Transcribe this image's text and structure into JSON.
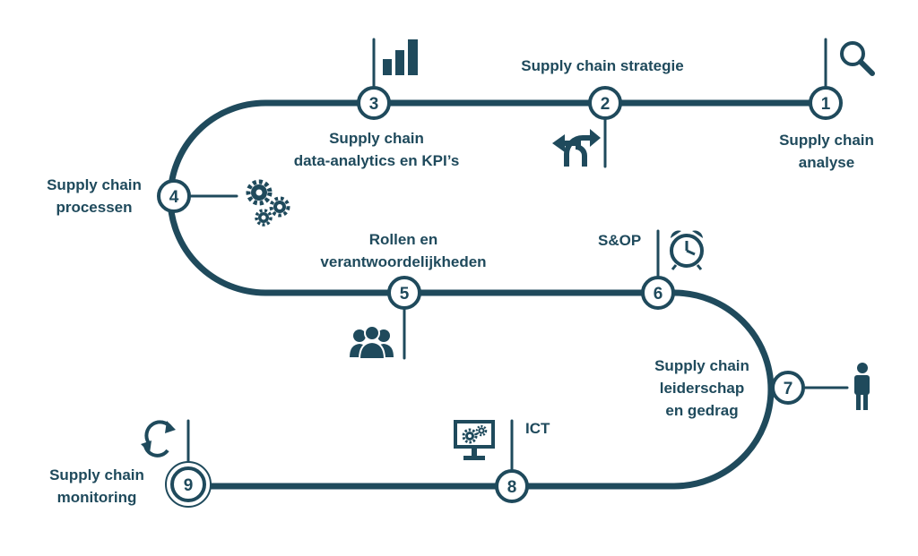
{
  "colors": {
    "path": "#1f4a5c",
    "background": "#ffffff"
  },
  "steps": [
    {
      "number": "1",
      "line1": "Supply chain",
      "line2": "analyse",
      "icon": "magnifier-icon"
    },
    {
      "number": "2",
      "line1": "Supply chain strategie",
      "icon": "direction-arrows-icon"
    },
    {
      "number": "3",
      "line1": "Supply chain",
      "line2": "data-analytics en KPI’s",
      "icon": "bar-chart-icon"
    },
    {
      "number": "4",
      "line1": "Supply chain",
      "line2": "processen",
      "icon": "gears-icon"
    },
    {
      "number": "5",
      "line1": "Rollen en",
      "line2": "verantwoordelijkheden",
      "icon": "people-icon"
    },
    {
      "number": "6",
      "line1": "S&OP",
      "icon": "alarm-clock-icon"
    },
    {
      "number": "7",
      "line1": "Supply chain",
      "line2": "leiderschap",
      "line3": "en gedrag",
      "icon": "person-icon"
    },
    {
      "number": "8",
      "line1": "ICT",
      "icon": "computer-gears-icon"
    },
    {
      "number": "9",
      "line1": "Supply chain",
      "line2": "monitoring",
      "icon": "refresh-cycle-icon"
    }
  ]
}
